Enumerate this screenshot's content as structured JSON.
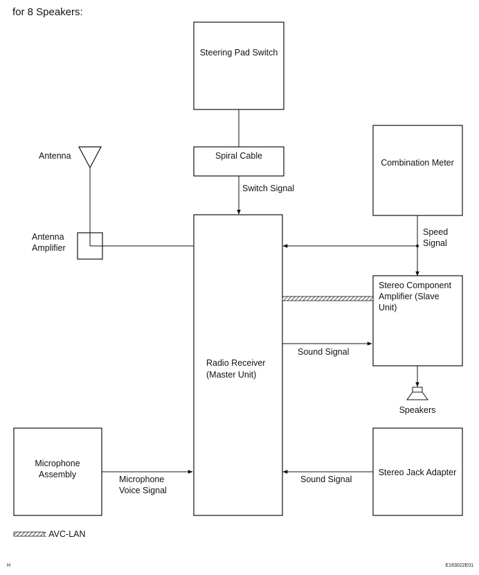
{
  "header": {
    "title": "for 8 Speakers:"
  },
  "blocks": {
    "steering_pad_switch": "Steering Pad Switch",
    "spiral_cable": "Spiral Cable",
    "combination_meter": "Combination Meter",
    "radio_receiver": [
      "Radio Receiver",
      "(Master Unit)"
    ],
    "stereo_amplifier": [
      "Stereo Component",
      "Amplifier (Slave",
      "Unit)"
    ],
    "microphone_assembly": [
      "Microphone",
      "Assembly"
    ],
    "stereo_jack_adapter": "Stereo Jack Adapter"
  },
  "labels": {
    "antenna": "Antenna",
    "antenna_amplifier": [
      "Antenna",
      "Amplifier"
    ],
    "switch_signal": "Switch Signal",
    "speed_signal": [
      "Speed",
      "Signal"
    ],
    "sound_signal_amp": "Sound Signal",
    "sound_signal_jack": "Sound Signal",
    "microphone_voice_signal": [
      "Microphone",
      "Voice Signal"
    ],
    "speakers": "Speakers"
  },
  "legend": {
    "avc_lan": ": AVC-LAN"
  },
  "footer": {
    "left_code": "H",
    "right_code": "E163022E01"
  }
}
